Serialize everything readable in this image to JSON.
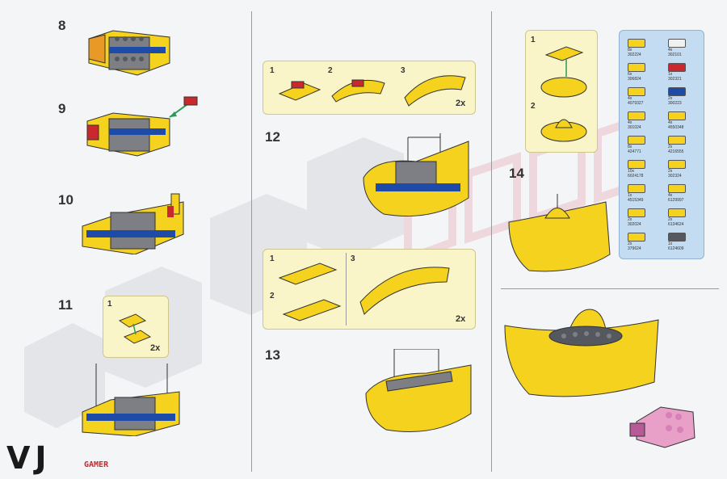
{
  "steps": {
    "s8": "8",
    "s9": "9",
    "s10": "10",
    "s11": "11",
    "s12": "12",
    "s13": "13",
    "s14": "14"
  },
  "callout_11": {
    "sub": "1",
    "mult": "2x"
  },
  "callout_12": {
    "sub1": "1",
    "sub2": "2",
    "sub3": "3",
    "mult": "2x"
  },
  "callout_13": {
    "sub1": "1",
    "sub2": "2",
    "sub3": "3",
    "mult": "2x"
  },
  "callout_14": {
    "sub1": "1",
    "sub2": "2"
  },
  "parts": [
    {
      "qty": "8x",
      "id": "302224"
    },
    {
      "qty": "4x",
      "id": "302101"
    },
    {
      "qty": "6x",
      "id": "306824"
    },
    {
      "qty": "1x",
      "id": "302321"
    },
    {
      "qty": "4x",
      "id": "4079327"
    },
    {
      "qty": "2x",
      "id": "300223"
    },
    {
      "qty": "4x",
      "id": "301024"
    },
    {
      "qty": "4x",
      "id": "4550348"
    },
    {
      "qty": "8x",
      "id": "424771"
    },
    {
      "qty": "2x",
      "id": "4216555"
    },
    {
      "qty": "10x",
      "id": "6024178"
    },
    {
      "qty": "2x",
      "id": "302324"
    },
    {
      "qty": "1x",
      "id": "4515349"
    },
    {
      "qty": "4x",
      "id": "6129997"
    },
    {
      "qty": "2x",
      "id": "302024"
    },
    {
      "qty": "2x",
      "id": "6134624"
    },
    {
      "qty": "2x",
      "id": "379624"
    },
    {
      "qty": "1x",
      "id": "6124609"
    }
  ],
  "logo": {
    "text": "VJ",
    "sub": "GAMER"
  },
  "colors": {
    "yellow": "#f5d21e",
    "yellow_dark": "#d8a70d",
    "orange": "#e99a26",
    "gray": "#7d7f84",
    "gray_dark": "#55585e",
    "blue": "#1e4aa8",
    "red": "#c8282e",
    "pink": "#e8a0c8",
    "arrow_green": "#2a9a56"
  }
}
